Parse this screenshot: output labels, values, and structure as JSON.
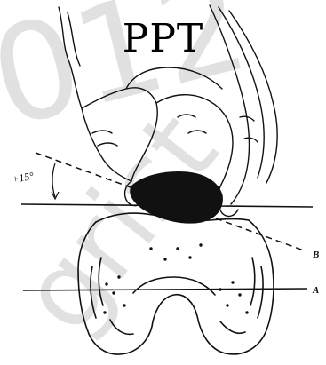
{
  "title": "PPT",
  "labels": {
    "angle": "+15°",
    "line_a": "A",
    "line_b": "B"
  },
  "watermark": {
    "number": "012",
    "text": "grist"
  },
  "colors": {
    "ink": "#111111",
    "patella_fill": "#111111",
    "watermark": "#c9c9c9"
  }
}
